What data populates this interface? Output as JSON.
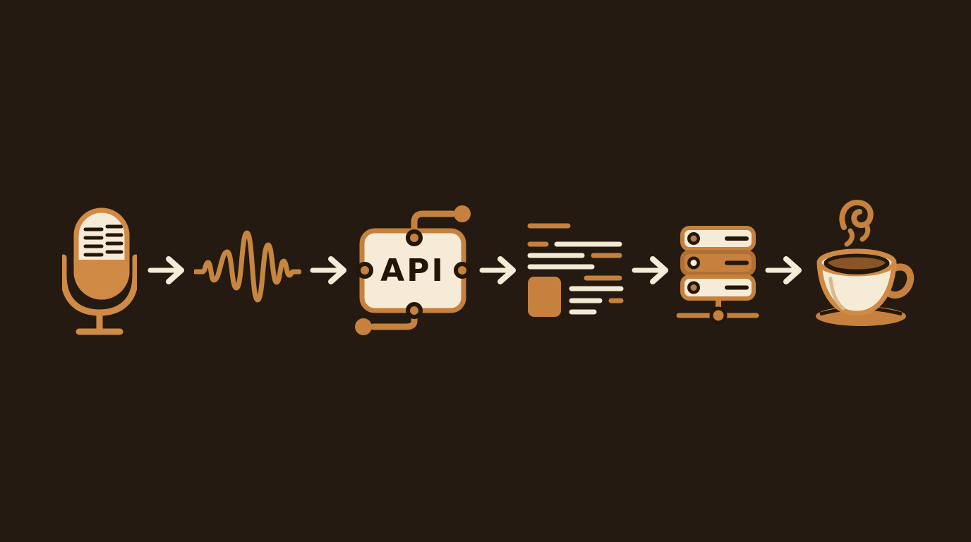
{
  "scene": {
    "kind": "pipeline-illustration",
    "background_color": "#251a11",
    "steps": [
      {
        "icon": "microphone-icon"
      },
      {
        "icon": "audio-waveform-icon"
      },
      {
        "icon": "api-chip-icon",
        "label": "API"
      },
      {
        "icon": "transcript-text-icon"
      },
      {
        "icon": "server-icon"
      },
      {
        "icon": "coffee-cup-icon"
      }
    ],
    "connector": {
      "icon": "arrow-right-icon",
      "count": 5
    },
    "colors": {
      "background": "#251a11",
      "orange": "#c5813d",
      "orange_light": "#cf8a45",
      "cream": "#f5ebd7",
      "outline_dark": "#241708",
      "coffee_brown": "#8a5526"
    }
  }
}
